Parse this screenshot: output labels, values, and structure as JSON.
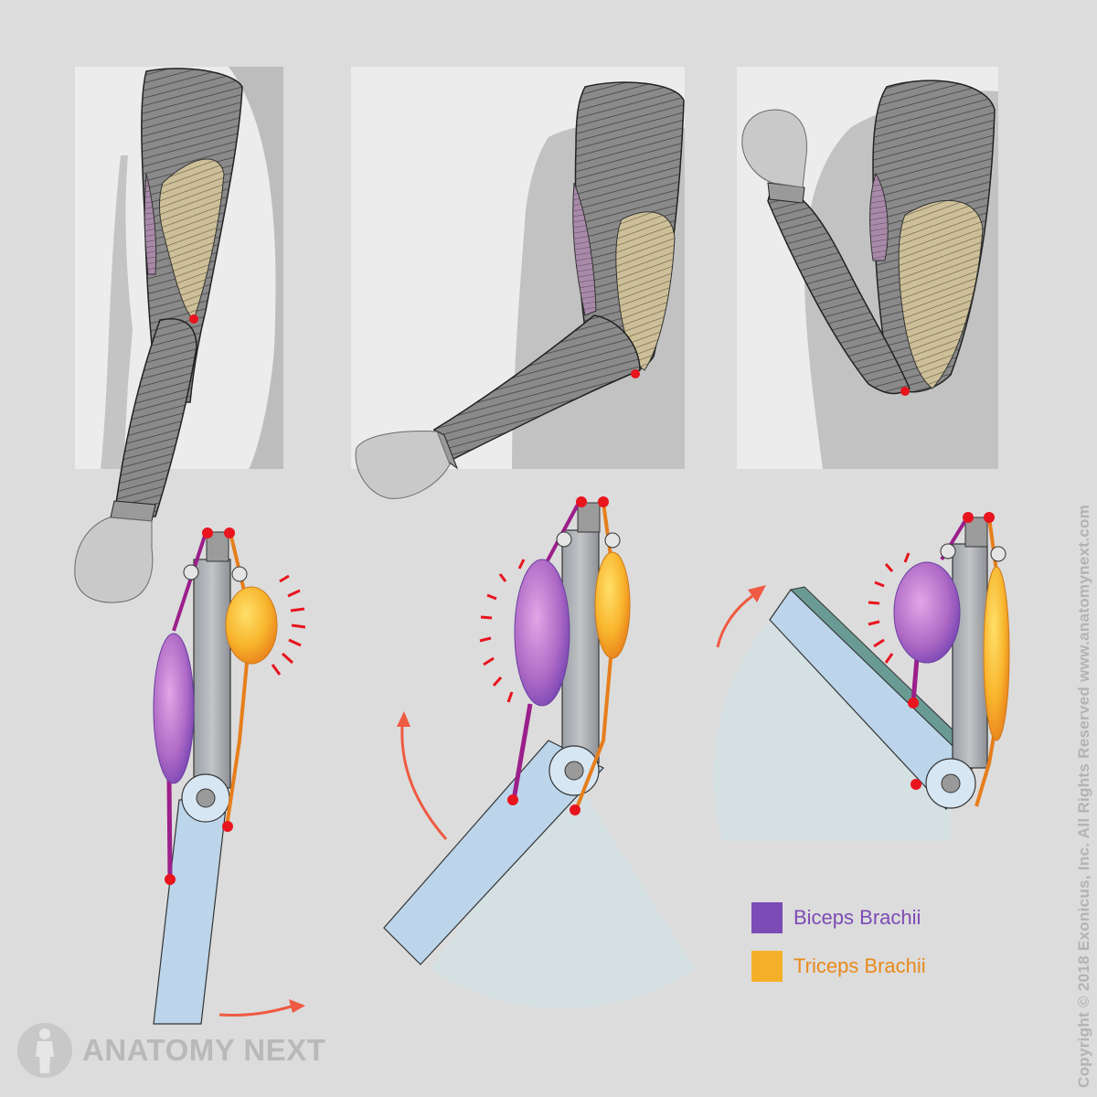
{
  "legend": {
    "items": [
      {
        "label": "Biceps Brachii",
        "color": "#7d4bb5"
      },
      {
        "label": "Triceps Brachii",
        "color": "#f2a22e"
      }
    ]
  },
  "brand": {
    "name": "ANATOMY NEXT",
    "icon": "human-figure-icon"
  },
  "copyright": "Copyright © 2018 Exonicus, Inc. All Rights Reserved www.anatomynext.com",
  "panels": [
    {
      "pose": "extended",
      "active_muscle": "triceps"
    },
    {
      "pose": "half-flexed",
      "active_muscle": "biceps"
    },
    {
      "pose": "fully-flexed",
      "active_muscle": "biceps"
    }
  ],
  "colors": {
    "background": "#dcdcdc",
    "bone": "#bcd5ea",
    "humerus": "#a8a8a8",
    "attachment": "#e8141e",
    "arrow": "#ef5a42",
    "biceps": "#b36fc4",
    "triceps": "#f5b02a"
  }
}
